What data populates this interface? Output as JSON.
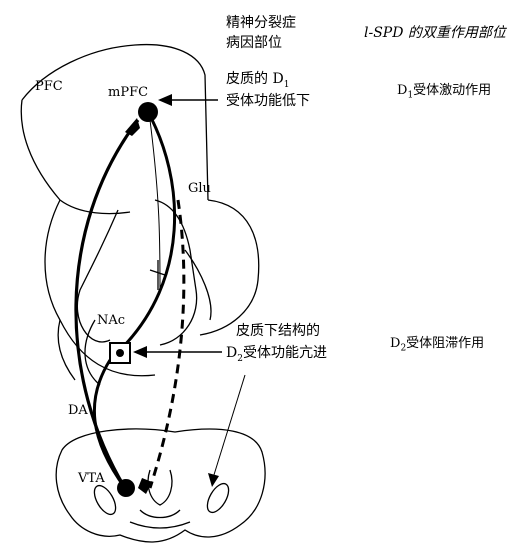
{
  "header": {
    "site_title": "精神分裂症",
    "site_title_2": "病因部位",
    "action_title": "l-SPD 的双重作用部位"
  },
  "regions": {
    "pfc": "PFC",
    "mpfc": "mPFC",
    "nac": "NAc",
    "vta": "VTA",
    "da": "DA",
    "glu": "Glu"
  },
  "annotations": {
    "cortex_line1": "皮质的 D",
    "cortex_sub": "1",
    "cortex_line2": "受体功能低下",
    "subcortex_line1": "皮质下结构的",
    "subcortex_prefix": "D",
    "subcortex_sub": "2",
    "subcortex_line2_rest": "受体功能亢进",
    "d1_prefix": "D",
    "d1_sub": "1",
    "d1_action": "受体激动作用",
    "d2_prefix": "D",
    "d2_sub": "2",
    "d2_action": "受体阻滞作用"
  },
  "colors": {
    "ink": "#000000",
    "background": "#ffffff"
  }
}
